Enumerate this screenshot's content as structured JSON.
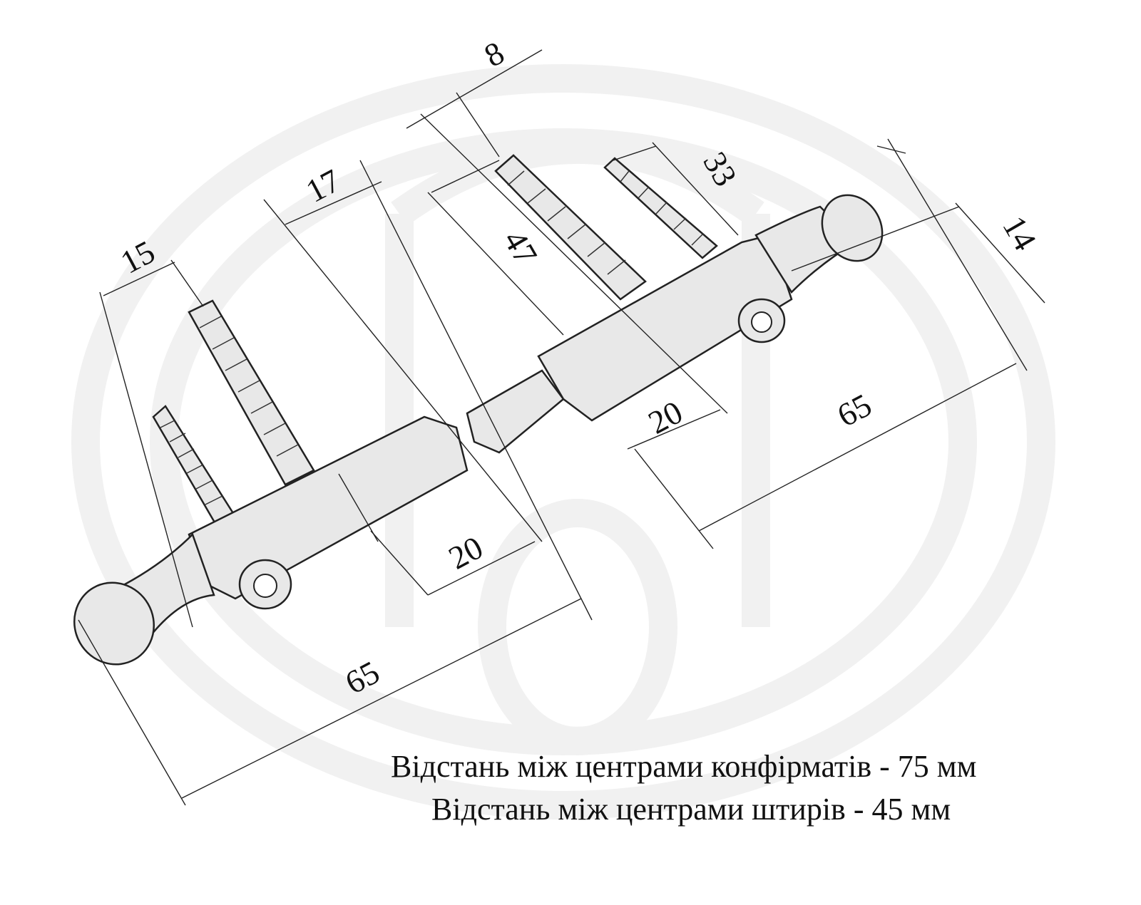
{
  "drawing": {
    "left_hinge": {
      "dim_screw_offset": "15",
      "dim_pin_offset": "17",
      "dim_sleeve": "20",
      "dim_total": "65"
    },
    "right_hinge": {
      "dim_pin_diameter": "8",
      "dim_threaded_rod": "47",
      "dim_wood_screw": "33",
      "dim_knob": "14",
      "dim_sleeve": "20",
      "dim_total": "65"
    }
  },
  "caption": {
    "line1": "Відстань між центрами конфірматів - 75 мм",
    "line2": "Відстань між центрами штирів - 45 мм"
  }
}
